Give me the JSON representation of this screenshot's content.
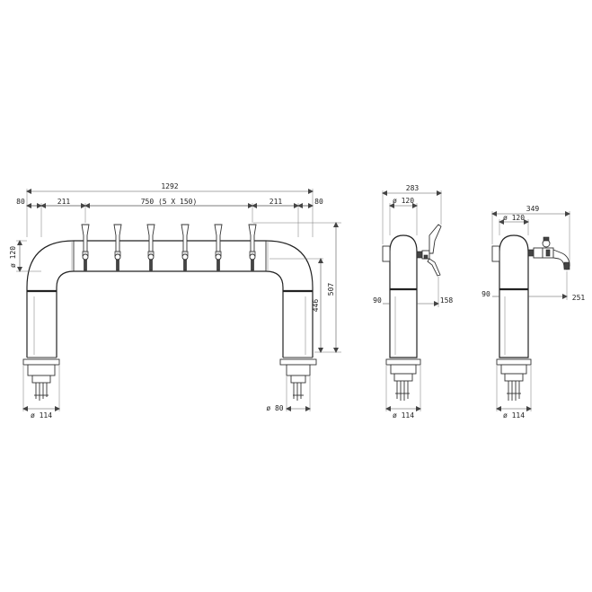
{
  "front": {
    "dim_total": "1292",
    "dim_left_80": "80",
    "dim_left_211": "211",
    "dim_center": "750 (5 X 150)",
    "dim_right_211": "211",
    "dim_right_80": "80",
    "dim_dia_120": "ø 120",
    "dim_507": "507",
    "dim_446": "446",
    "dim_dia_114": "ø 114",
    "dim_dia_80": "ø 80"
  },
  "side_a": {
    "dim_283": "283",
    "dim_dia_120": "ø 120",
    "dim_90": "90",
    "dim_158": "158",
    "dim_dia_114": "ø 114"
  },
  "side_b": {
    "dim_349": "349",
    "dim_dia_120": "ø 120",
    "dim_90": "90",
    "dim_251": "251",
    "dim_dia_114": "ø 114"
  }
}
